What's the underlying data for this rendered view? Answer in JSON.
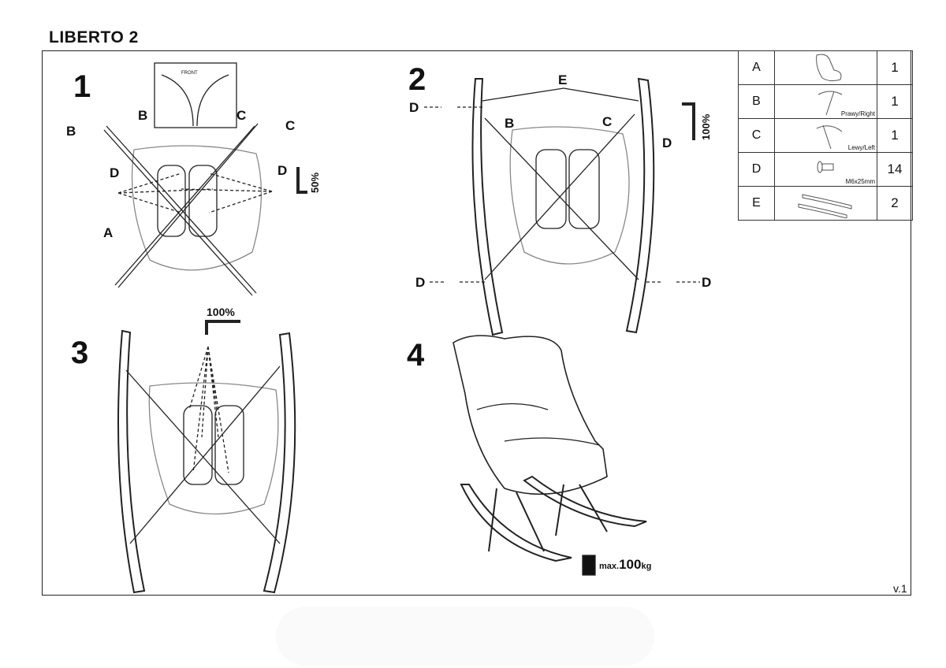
{
  "title": "LIBERTO 2",
  "version": "v.1",
  "steps": {
    "s1": {
      "number": "1",
      "labels": {
        "b": "B",
        "c": "C",
        "b_top": "B",
        "c_top": "C",
        "d_left": "D",
        "d_right": "D",
        "a": "A",
        "front": "FRONT",
        "torque": "50%"
      }
    },
    "s2": {
      "number": "2",
      "labels": {
        "e": "E",
        "b": "B",
        "c": "C",
        "d_tl": "D",
        "d_tr": "D",
        "d_bl": "D",
        "d_br": "D",
        "torque": "100%"
      }
    },
    "s3": {
      "number": "3",
      "labels": {
        "torque": "100%"
      }
    },
    "s4": {
      "number": "4",
      "max_prefix": "max.",
      "max_value": "100",
      "max_unit": "kg"
    }
  },
  "parts": [
    {
      "letter": "A",
      "note": "",
      "qty": "1",
      "icon": "seat-icon"
    },
    {
      "letter": "B",
      "note": "Prawy/Right",
      "qty": "1",
      "icon": "right-leg-icon"
    },
    {
      "letter": "C",
      "note": "Lewy/Left",
      "qty": "1",
      "icon": "left-leg-icon"
    },
    {
      "letter": "D",
      "note": "M6x25mm",
      "qty": "14",
      "icon": "bolt-icon"
    },
    {
      "letter": "E",
      "note": "",
      "qty": "2",
      "icon": "rocker-icon"
    }
  ]
}
